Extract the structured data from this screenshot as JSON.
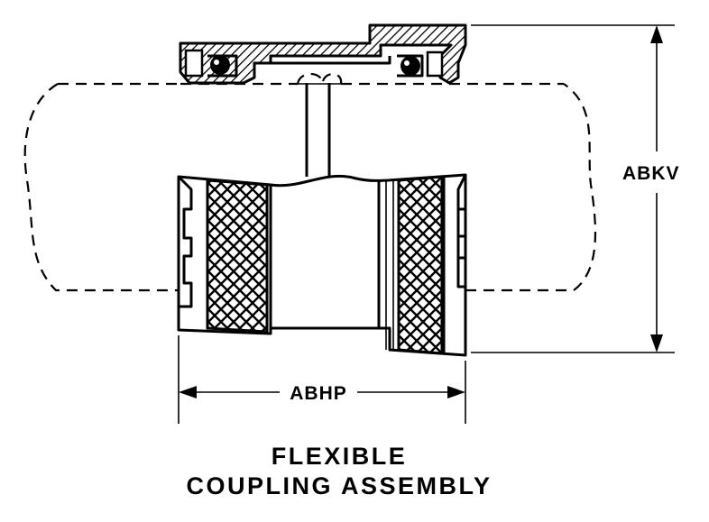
{
  "dimensions": {
    "width_label": "ABHP",
    "height_label": "ABKV"
  },
  "title": {
    "line1": "FLEXIBLE",
    "line2": "COUPLING ASSEMBLY"
  }
}
